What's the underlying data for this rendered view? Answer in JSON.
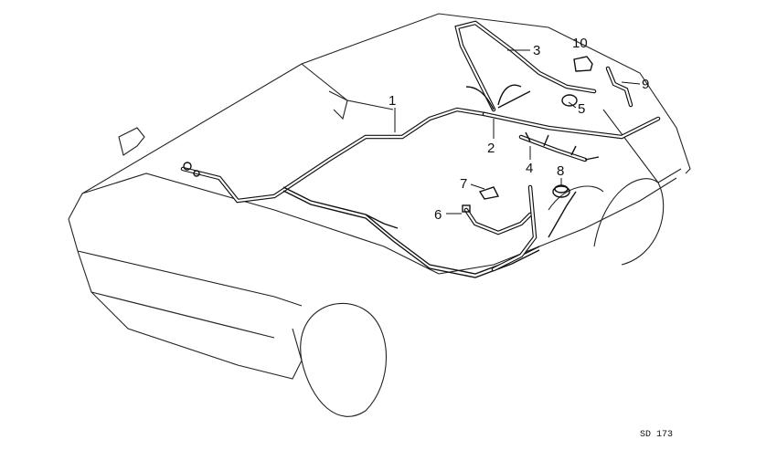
{
  "diagram": {
    "part_labels": [
      "1",
      "2",
      "3",
      "4",
      "5",
      "6",
      "7",
      "8",
      "9",
      "10"
    ],
    "drawing_code": "SD 173"
  }
}
